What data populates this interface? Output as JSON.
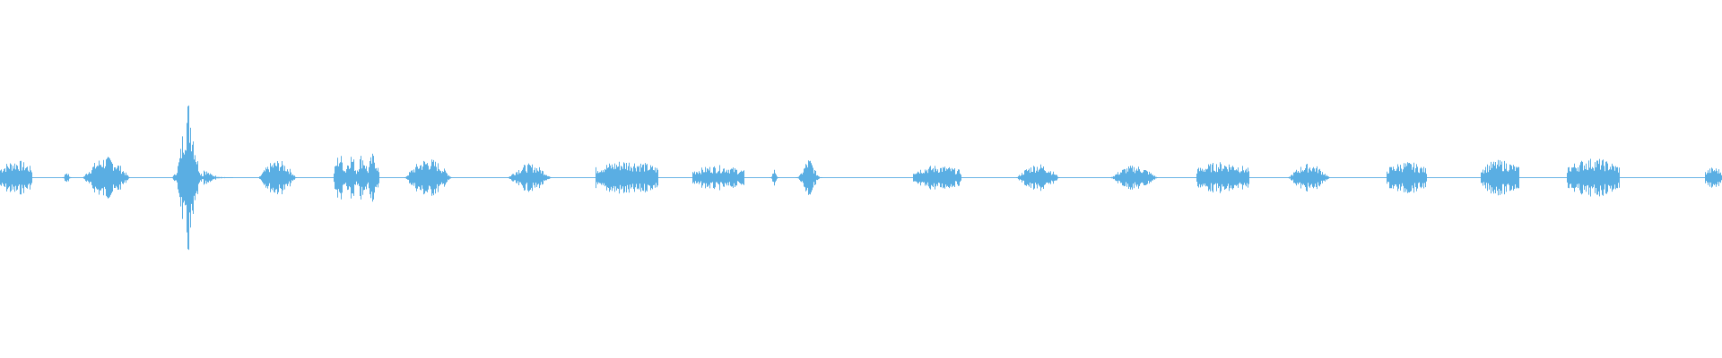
{
  "waveform": {
    "color": "#5aaee3",
    "baseline_color": "#6ab4e6",
    "duration_fraction_points": [
      0,
      1
    ],
    "segments": [
      {
        "start": 0.0,
        "end": 0.018,
        "peak": 0.1,
        "envelope": "flat"
      },
      {
        "start": 0.036,
        "end": 0.041,
        "peak": 0.04,
        "envelope": "burst"
      },
      {
        "start": 0.048,
        "end": 0.075,
        "peak": 0.12,
        "envelope": "swell"
      },
      {
        "start": 0.1,
        "end": 0.118,
        "peak": 0.45,
        "envelope": "burst"
      },
      {
        "start": 0.118,
        "end": 0.135,
        "peak": 0.06,
        "envelope": "decay"
      },
      {
        "start": 0.15,
        "end": 0.172,
        "peak": 0.1,
        "envelope": "swell"
      },
      {
        "start": 0.194,
        "end": 0.22,
        "peak": 0.14,
        "envelope": "spiky"
      },
      {
        "start": 0.235,
        "end": 0.262,
        "peak": 0.11,
        "envelope": "swell"
      },
      {
        "start": 0.295,
        "end": 0.32,
        "peak": 0.08,
        "envelope": "swell"
      },
      {
        "start": 0.346,
        "end": 0.382,
        "peak": 0.1,
        "envelope": "flat"
      },
      {
        "start": 0.402,
        "end": 0.432,
        "peak": 0.07,
        "envelope": "flat"
      },
      {
        "start": 0.447,
        "end": 0.452,
        "peak": 0.05,
        "envelope": "burst"
      },
      {
        "start": 0.462,
        "end": 0.477,
        "peak": 0.11,
        "envelope": "burst"
      },
      {
        "start": 0.53,
        "end": 0.558,
        "peak": 0.07,
        "envelope": "flat"
      },
      {
        "start": 0.59,
        "end": 0.615,
        "peak": 0.08,
        "envelope": "swell"
      },
      {
        "start": 0.645,
        "end": 0.672,
        "peak": 0.07,
        "envelope": "swell"
      },
      {
        "start": 0.695,
        "end": 0.725,
        "peak": 0.09,
        "envelope": "flat"
      },
      {
        "start": 0.748,
        "end": 0.772,
        "peak": 0.08,
        "envelope": "swell"
      },
      {
        "start": 0.805,
        "end": 0.828,
        "peak": 0.09,
        "envelope": "flat"
      },
      {
        "start": 0.86,
        "end": 0.882,
        "peak": 0.1,
        "envelope": "flat"
      },
      {
        "start": 0.91,
        "end": 0.94,
        "peak": 0.11,
        "envelope": "flat"
      },
      {
        "start": 0.99,
        "end": 1.0,
        "peak": 0.06,
        "envelope": "flat"
      }
    ]
  }
}
